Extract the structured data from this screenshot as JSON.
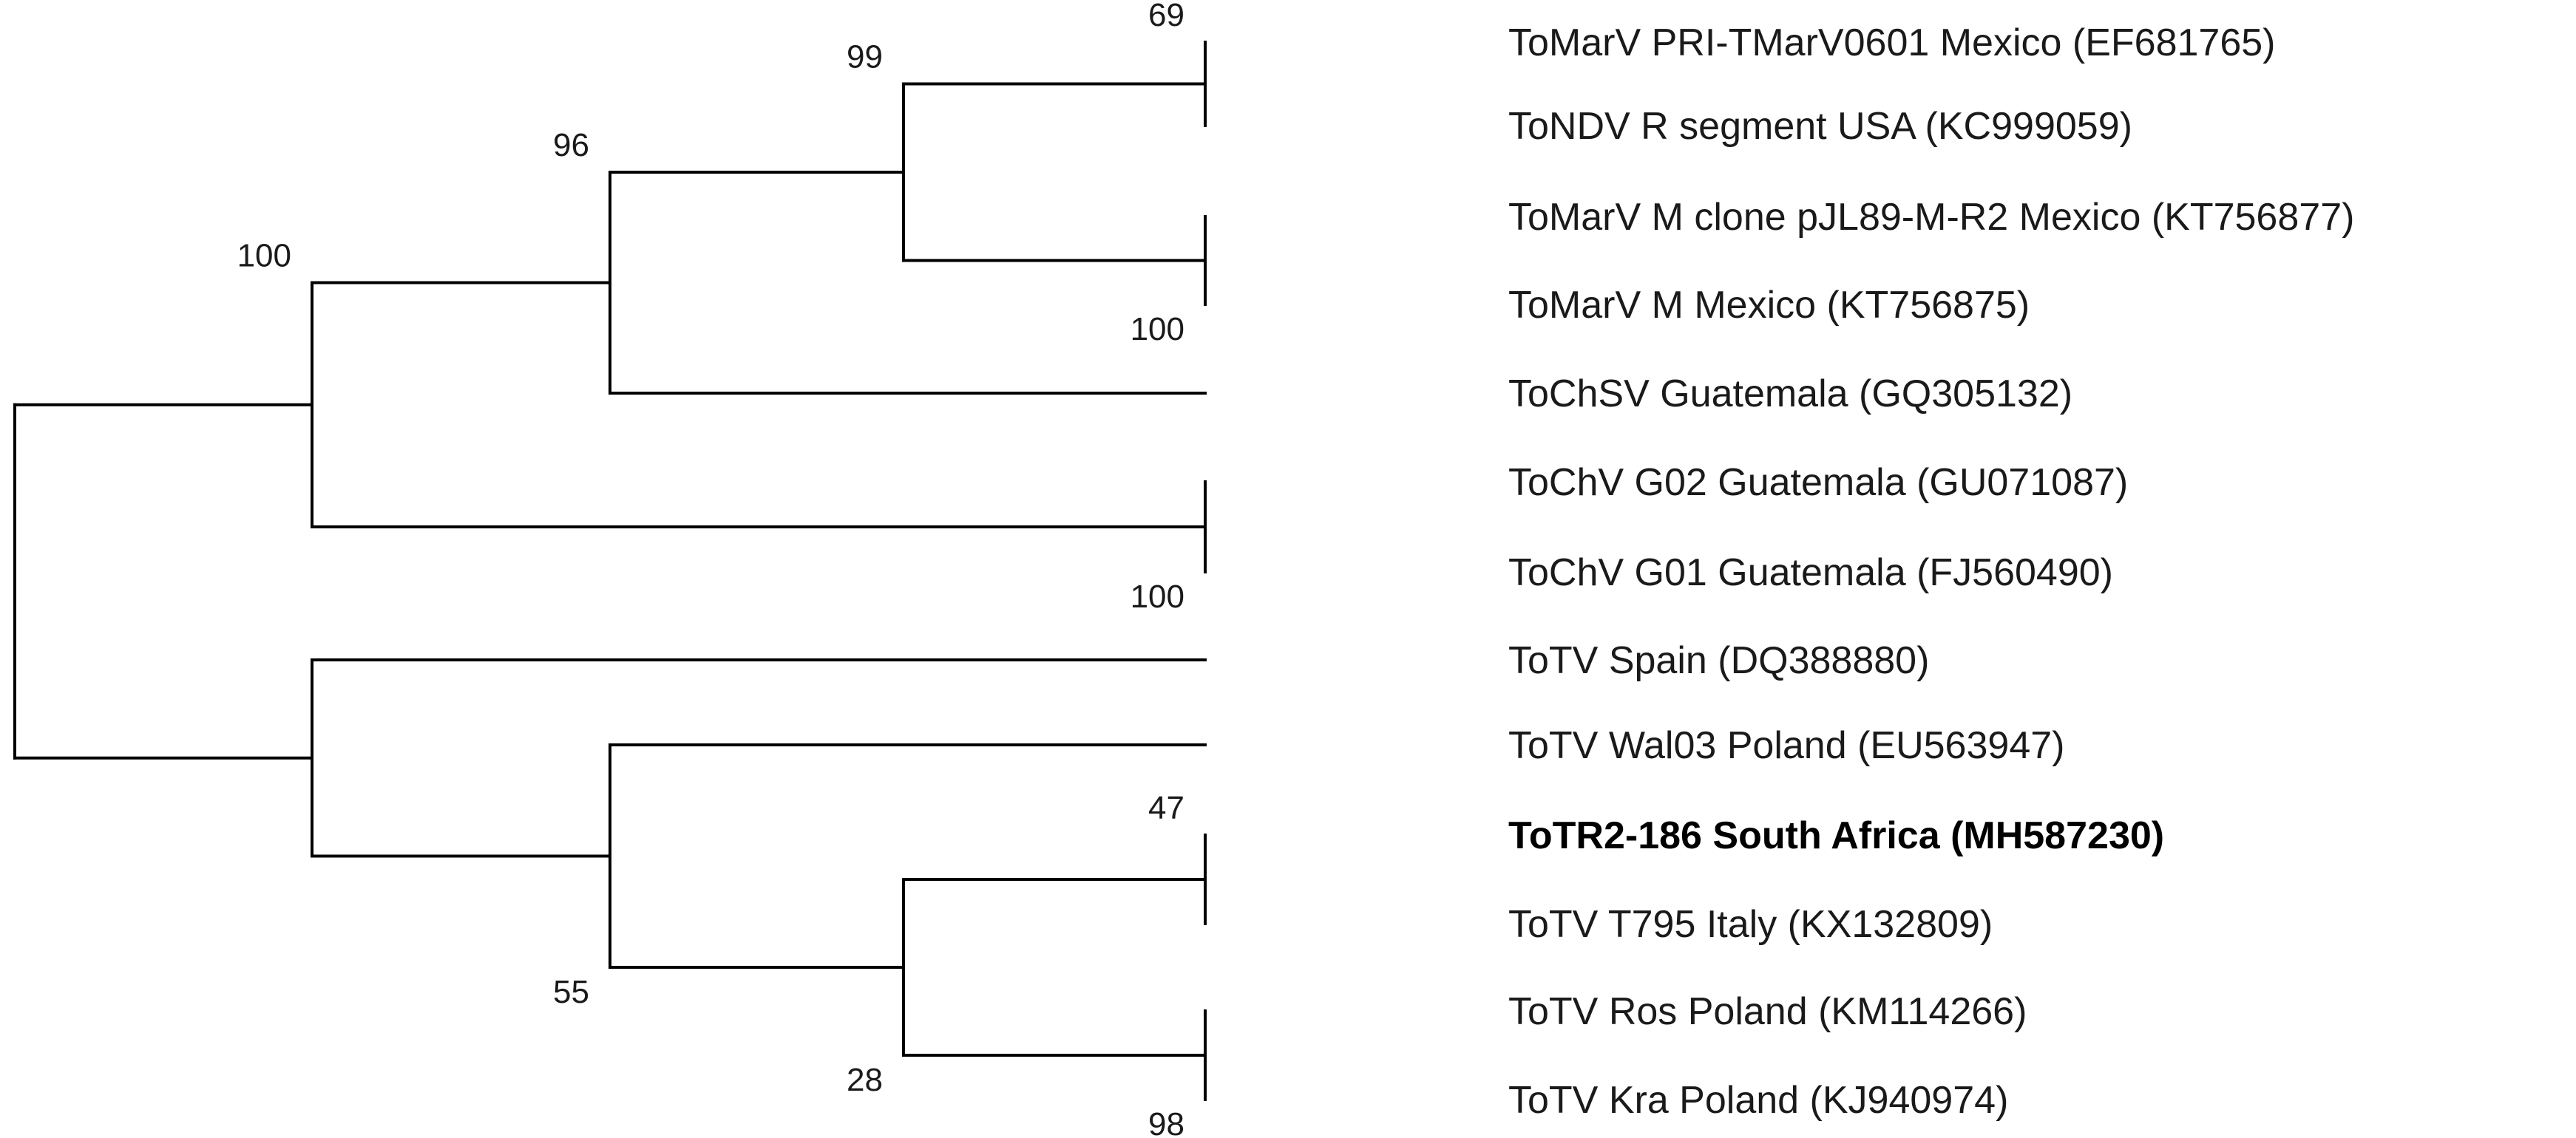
{
  "tree": {
    "leaves": [
      {
        "label": "ToMarV PRI-TMarV0601 Mexico (EF681765)",
        "bold": false
      },
      {
        "label": "ToNDV R segment USA (KC999059)",
        "bold": false
      },
      {
        "label": "ToMarV M clone pJL89-M-R2 Mexico (KT756877)",
        "bold": false
      },
      {
        "label": "ToMarV M Mexico (KT756875)",
        "bold": false
      },
      {
        "label": "ToChSV Guatemala (GQ305132)",
        "bold": false
      },
      {
        "label": "ToChV G02 Guatemala (GU071087)",
        "bold": false
      },
      {
        "label": "ToChV G01 Guatemala (FJ560490)",
        "bold": false
      },
      {
        "label": "ToTV Spain (DQ388880)",
        "bold": false
      },
      {
        "label": "ToTV Wal03 Poland (EU563947)",
        "bold": false
      },
      {
        "label": "ToTR2-186 South Africa (MH587230)",
        "bold": true
      },
      {
        "label": "ToTV T795 Italy (KX132809)",
        "bold": false
      },
      {
        "label": "ToTV Ros Poland (KM114266)",
        "bold": false
      },
      {
        "label": "ToTV Kra Poland (KJ940974)",
        "bold": false
      }
    ],
    "support_values": {
      "n69": "69",
      "n99": "99",
      "n100a": "100",
      "n96": "96",
      "n100b": "100",
      "n100top": "100",
      "n47": "47",
      "n98": "98",
      "n28": "28",
      "n55": "55"
    }
  }
}
